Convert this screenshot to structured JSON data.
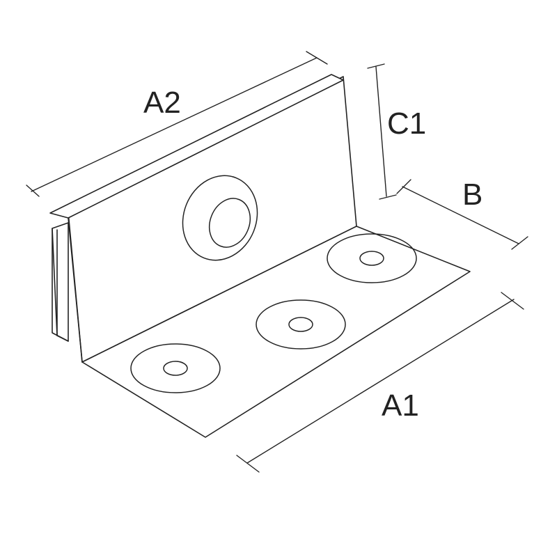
{
  "diagram": {
    "dimension_labels": {
      "a1": "A1",
      "a2": "A2",
      "b": "B",
      "c1": "C1"
    },
    "colors": {
      "line": "#222222",
      "background": "#ffffff"
    }
  }
}
